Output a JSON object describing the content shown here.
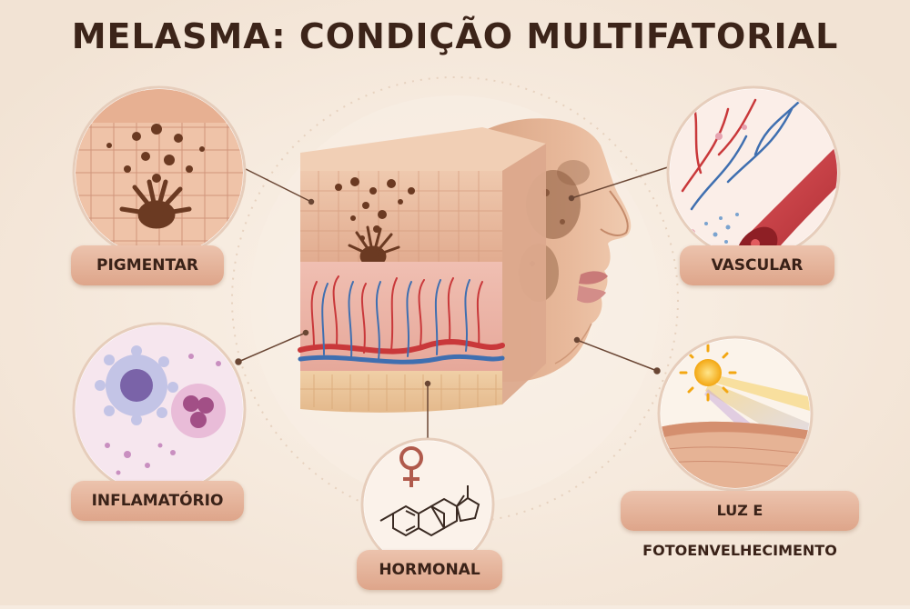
{
  "title": "MELASMA: CONDIÇÃO MULTIFATORIAL",
  "labels": {
    "pigmentar": "PIGMENTAR",
    "vascular": "VASCULAR",
    "inflamatorio": "INFLAMATÓRIO",
    "hormonal": "HORMONAL",
    "luz": "LUZ E FOTOENVELHECIMENTO"
  },
  "colors": {
    "background": "#f6ebe0",
    "title": "#3c2419",
    "label_fill": "#e3ae94",
    "artery": "#c9383a",
    "vein": "#3f6fb0",
    "melanin": "#6b3a22",
    "sun": "#f3b21a"
  },
  "icons": [
    "female-symbol-icon",
    "steroid-molecule-icon",
    "sun-icon"
  ]
}
